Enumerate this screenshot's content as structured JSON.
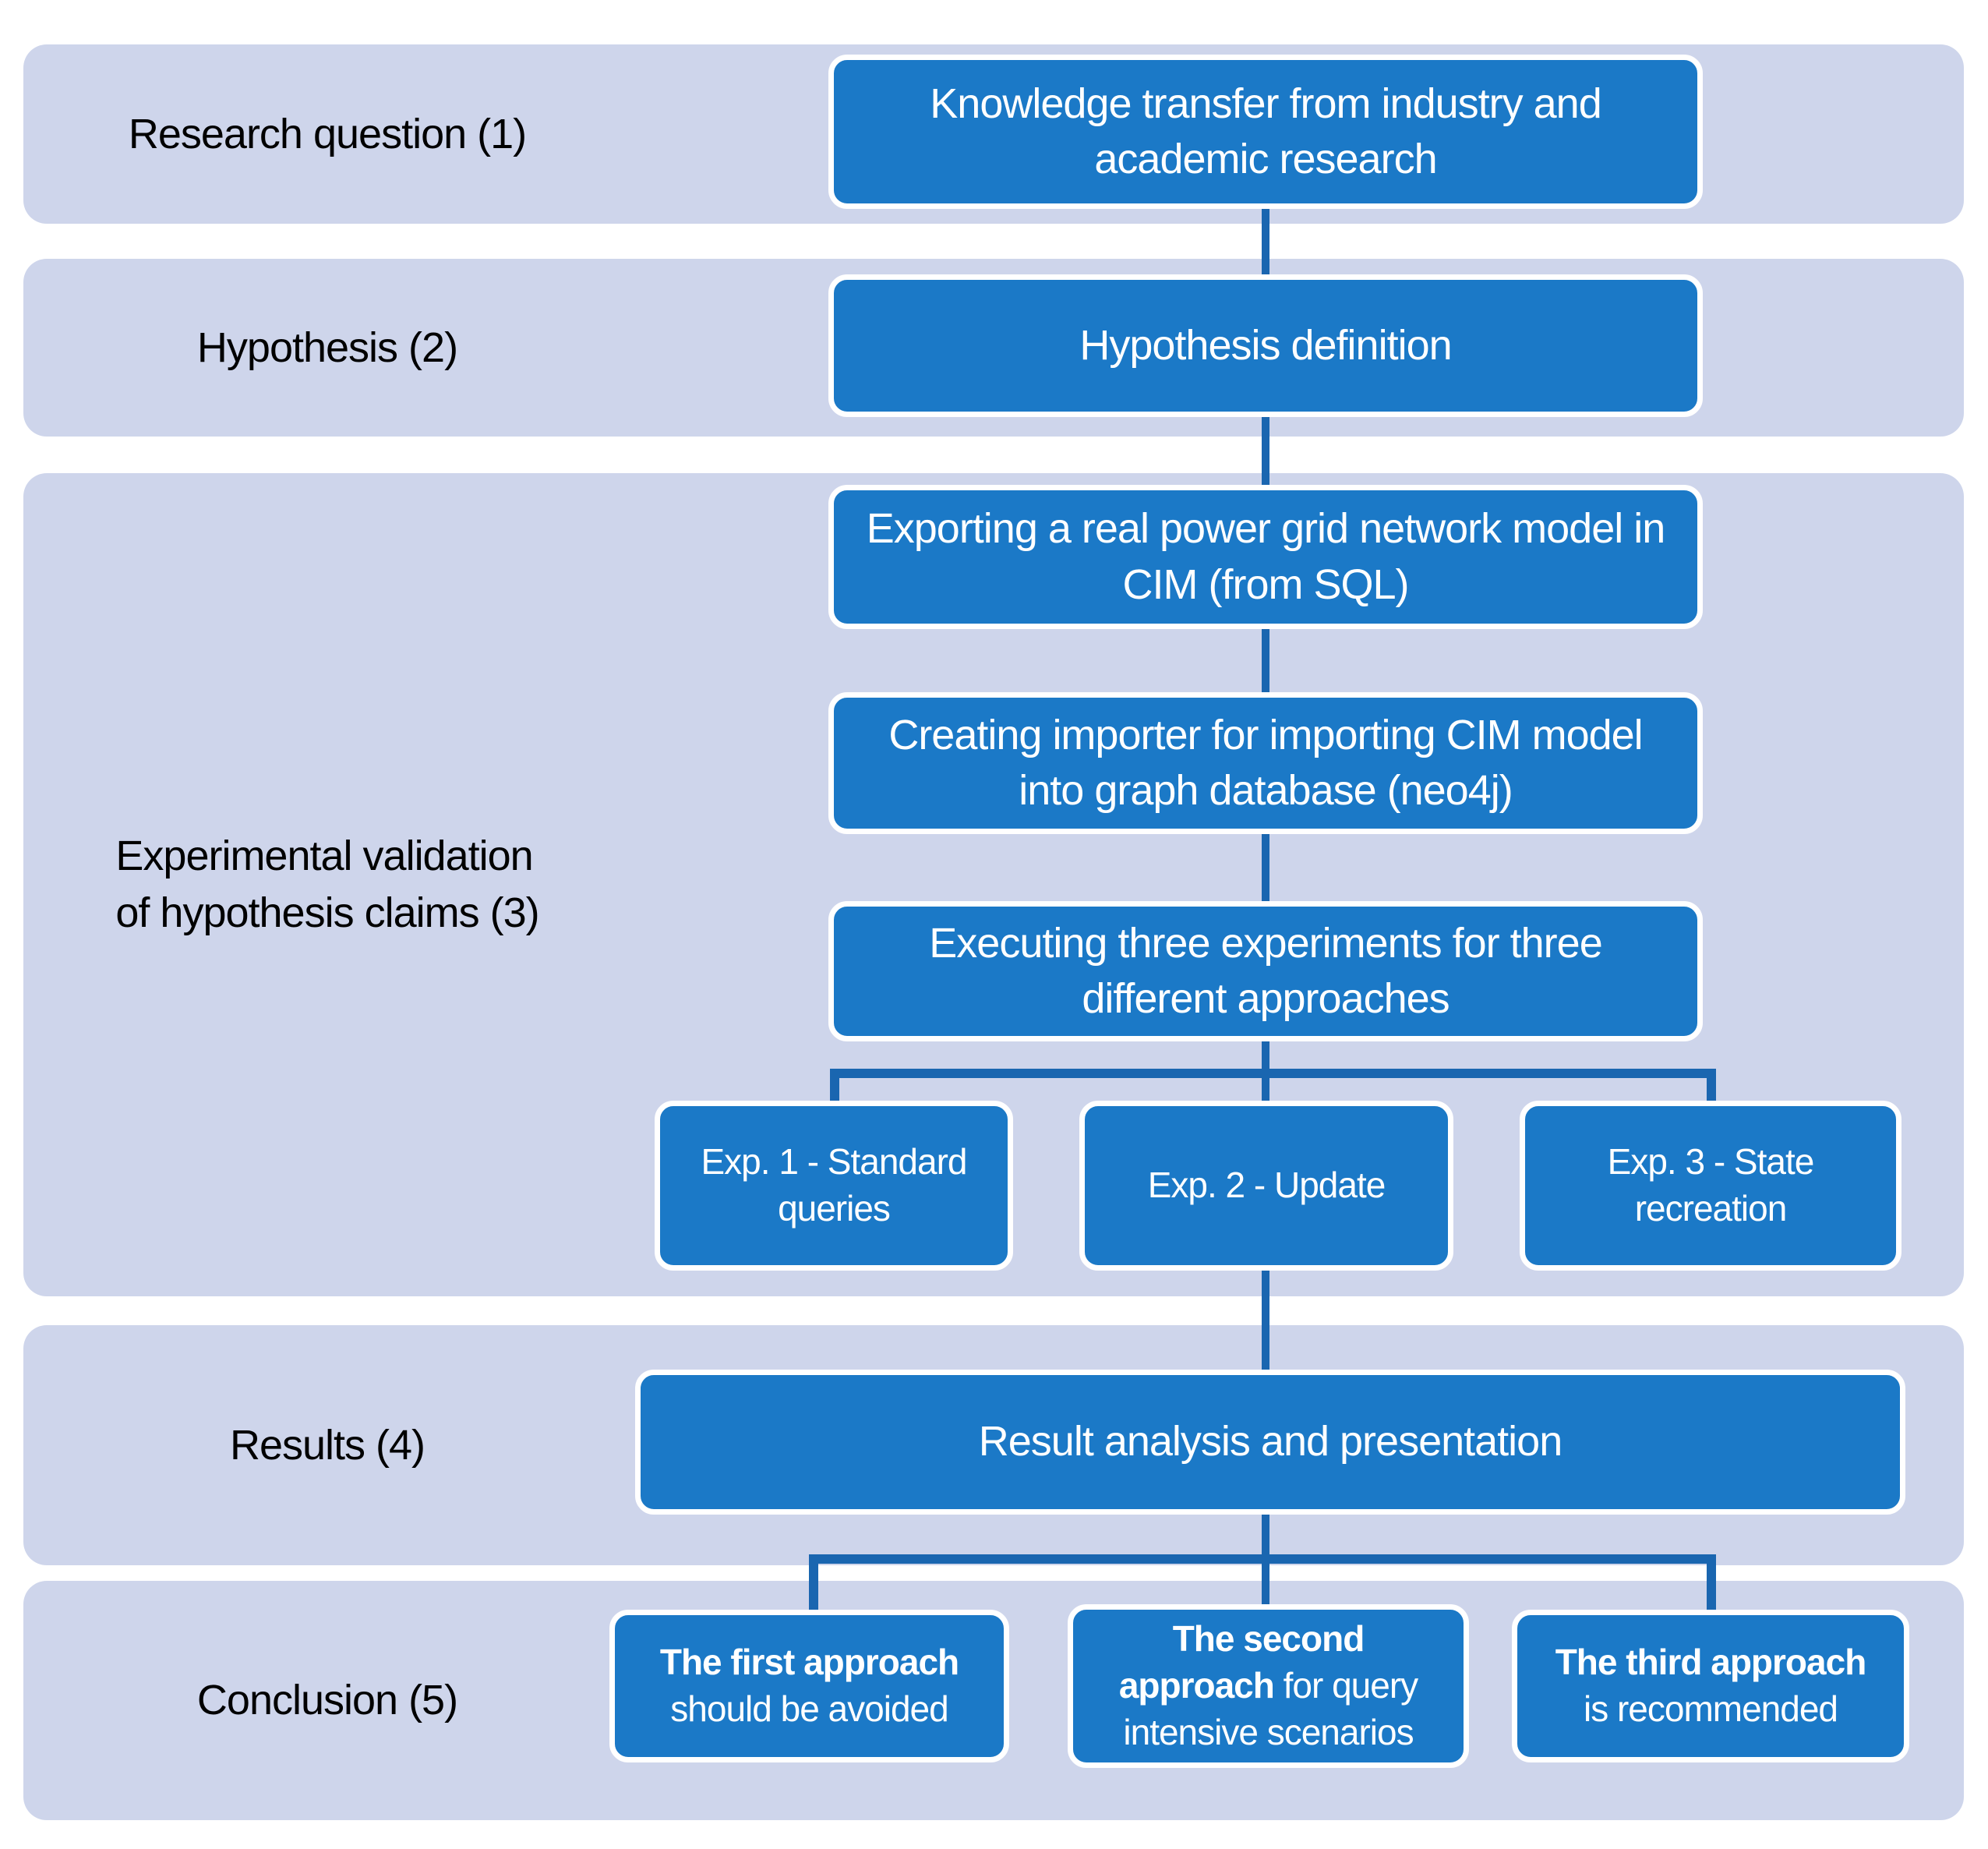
{
  "colors": {
    "band": "#ced5eb",
    "box": "#1b79c7",
    "conn": "#1a66b0",
    "boxtext": "#ffffff",
    "labeltext": "#000000",
    "page": "#ffffff"
  },
  "bands": [
    {
      "label": "Research question (1)"
    },
    {
      "label": "Hypothesis (2)"
    },
    {
      "label": "Experimental validation\nof hypothesis claims (3)"
    },
    {
      "label": "Results (4)"
    },
    {
      "label": "Conclusion (5)"
    }
  ],
  "boxes": {
    "research_question": "Knowledge transfer from industry and academic research",
    "hypothesis": "Hypothesis definition",
    "export_model": "Exporting a real power grid network model in CIM (from SQL)",
    "create_importer": "Creating importer for importing CIM model into graph database (neo4j)",
    "execute_experiments": "Executing three experiments for three different approaches",
    "exp1": "Exp. 1 - Standard queries",
    "exp2": "Exp. 2 - Update",
    "exp3": "Exp. 3 - State recreation",
    "results": "Result analysis and presentation",
    "conclusion1": {
      "bold": "The first approach",
      "regular": " should be avoided"
    },
    "conclusion2": {
      "bold": "The second approach",
      "regular": " for query intensive scenarios"
    },
    "conclusion3": {
      "bold": "The third approach",
      "regular": " is recommended"
    }
  }
}
